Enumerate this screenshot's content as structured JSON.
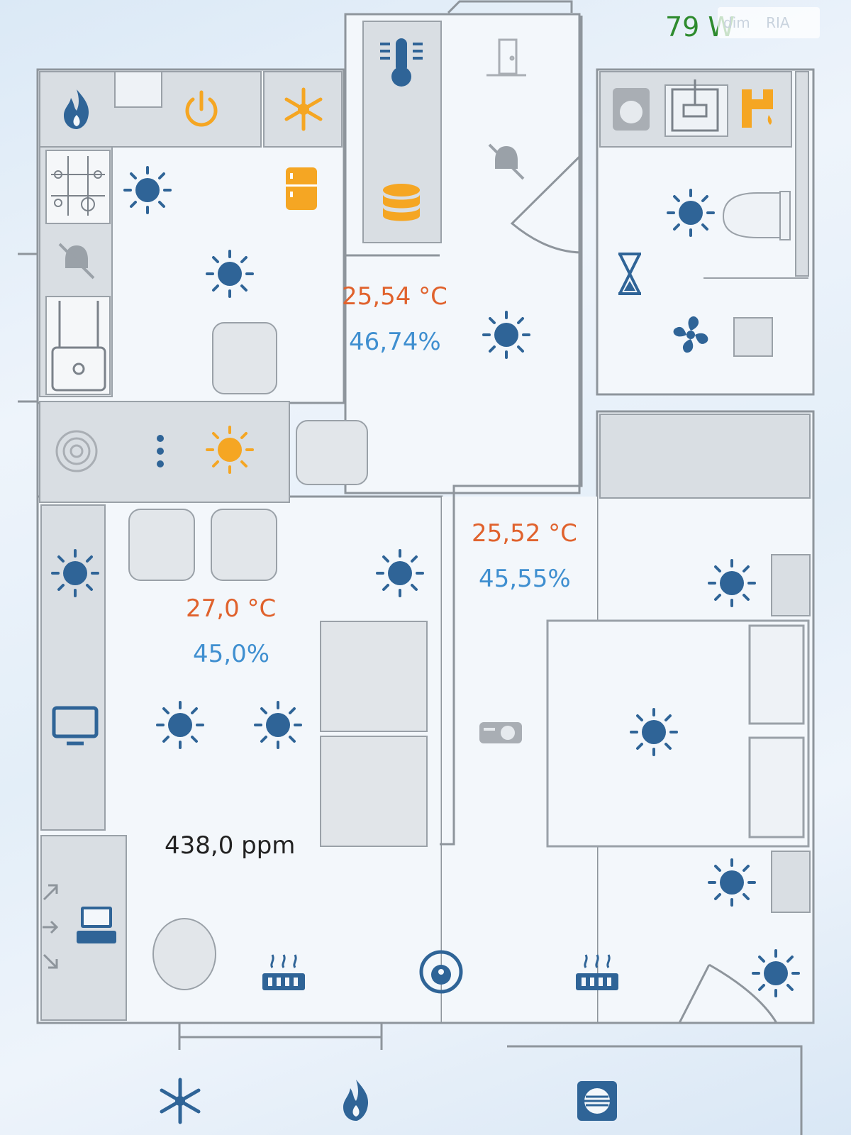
{
  "power": {
    "value": "79 W",
    "color": "#2e8b2e"
  },
  "watermark": {
    "left": "dim",
    "right": "RIA"
  },
  "rooms": {
    "hallway": {
      "temperature": "25,54 °C",
      "humidity": "46,74%"
    },
    "bedroom": {
      "temperature": "25,52 °C",
      "humidity": "45,55%"
    },
    "living": {
      "temperature": "27,0 °C",
      "humidity": "45,0%",
      "co2": "438,0 ppm"
    }
  },
  "colors": {
    "accent_orange": "#f5a623",
    "icon_blue": "#2f6497",
    "temperature": "#e0622d",
    "humidity": "#3f8fd0",
    "wall": "#8e959c",
    "furniture": "#d4d9de"
  },
  "icons": [
    "flame-icon",
    "power-icon",
    "snowflake-icon",
    "thermometer-icon",
    "door-icon",
    "washing-machine-icon",
    "sink-icon",
    "faucet-icon",
    "stove-icon",
    "light-bulb-icon",
    "fridge-icon",
    "muted-bell-icon",
    "database-icon",
    "toilet-icon",
    "hourglass-icon",
    "fan-icon",
    "oven-icon",
    "smoke-detector-icon",
    "more-options-icon",
    "chair-icon",
    "tv-icon",
    "projector-icon",
    "bed-icon",
    "computer-icon",
    "radiator-icon",
    "robot-vacuum-icon",
    "fireplace-icon",
    "vent-icon",
    "arrow-icon"
  ]
}
